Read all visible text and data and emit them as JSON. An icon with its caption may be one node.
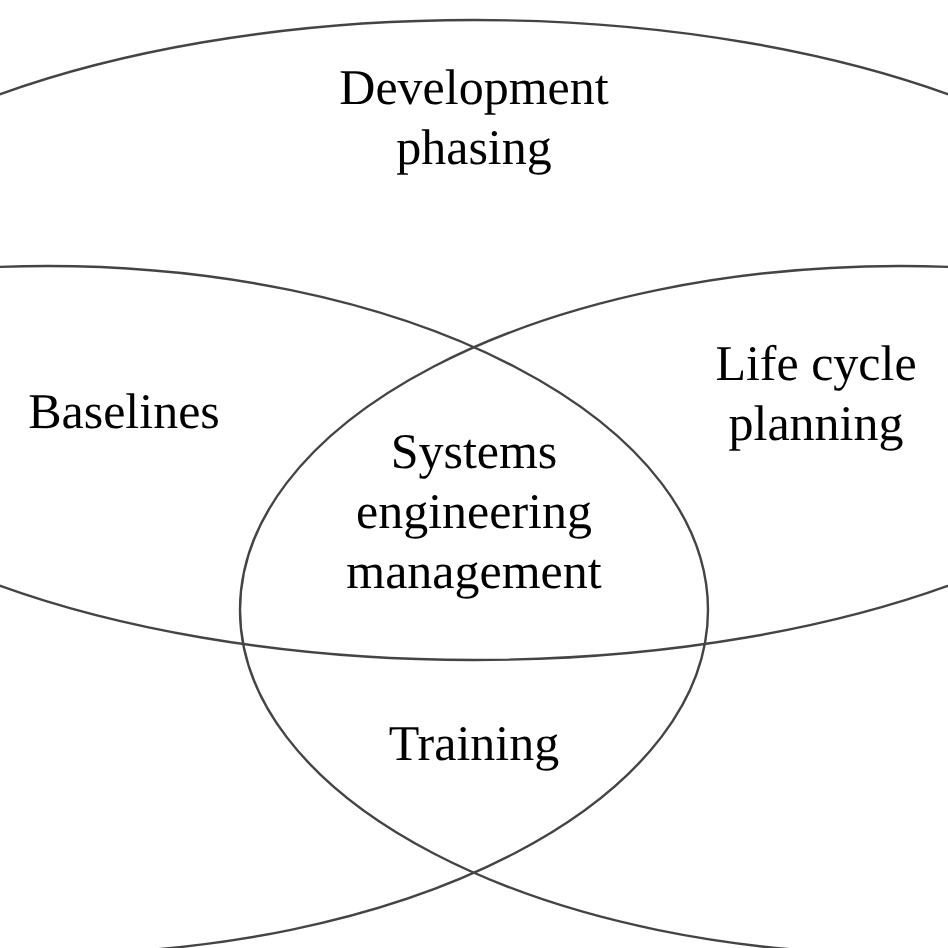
{
  "diagram": {
    "nodes": [
      {
        "text": [
          "Development phasing"
        ]
      },
      {
        "text": [
          "Baselines"
        ]
      },
      {
        "text": [
          "Life cycle planning"
        ]
      }
    ],
    "edges": [],
    "labels": [
      "Systems engineering management",
      "Training"
    ]
  }
}
